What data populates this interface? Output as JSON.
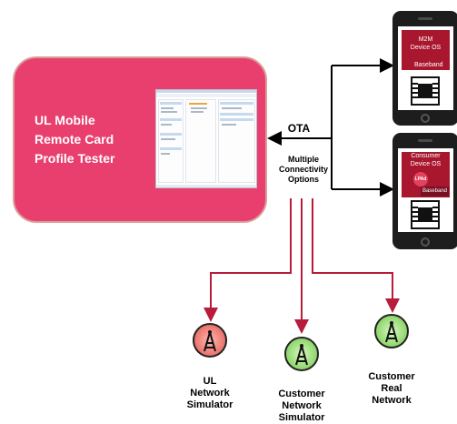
{
  "tester": {
    "title_lines": [
      "UL Mobile",
      "Remote Card",
      "Profile Tester"
    ]
  },
  "ota_label": "OTA",
  "connectivity_label_lines": [
    "Multiple",
    "Connectivity",
    "Options"
  ],
  "devices": [
    {
      "os_lines": [
        "M2M",
        "Device OS"
      ],
      "baseband_label": "Baseband",
      "badge": ""
    },
    {
      "os_lines": [
        "Consumer",
        "Device OS"
      ],
      "baseband_label": "Baseband",
      "badge": "LPAd"
    }
  ],
  "networks": [
    {
      "lines": [
        "UL",
        "Network",
        "Simulator"
      ],
      "color": "#e9736b"
    },
    {
      "lines": [
        "Customer",
        "Network",
        "Simulator"
      ],
      "color": "#8fd66b"
    },
    {
      "lines": [
        "Customer",
        "Real",
        "Network"
      ],
      "color": "#8fd66b"
    }
  ],
  "colors": {
    "tester_fill": "#e93f6e",
    "arrow_black": "#000000",
    "arrow_red": "#b71c3a",
    "device_os": "#a8172e"
  },
  "icons": [
    "monitor-screenshot-icon",
    "smartphone-icon",
    "sim-card-icon",
    "antenna-icon"
  ]
}
